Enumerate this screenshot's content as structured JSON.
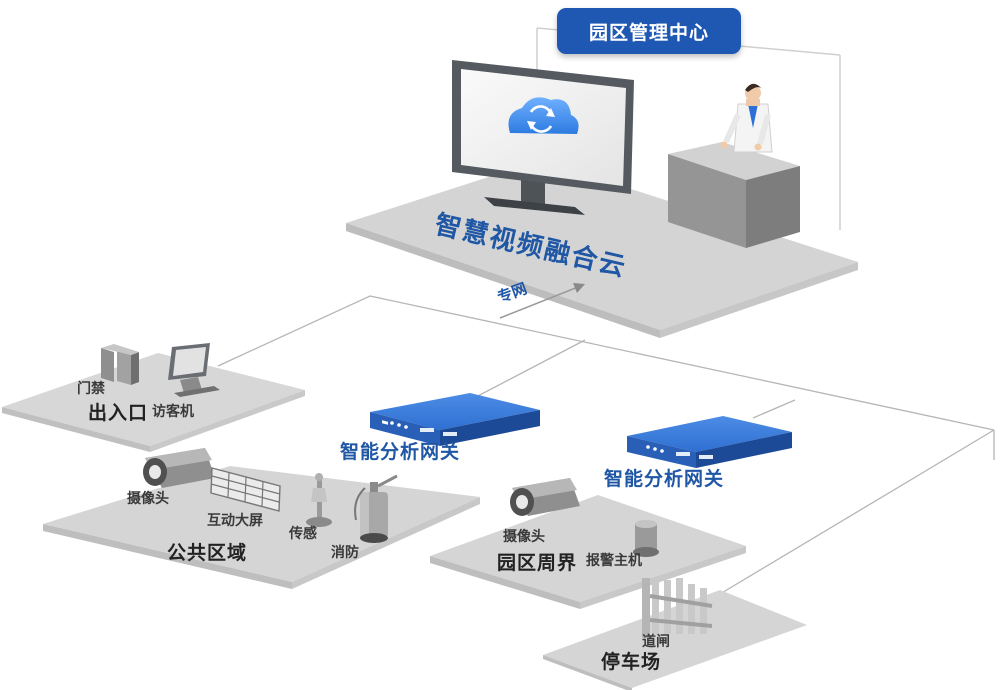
{
  "center": {
    "badge": "园区管理中心",
    "platform": "智慧视频融合云"
  },
  "network": {
    "link_label": "专网"
  },
  "gateways": [
    {
      "label": "智能分析网关"
    },
    {
      "label": "智能分析网关"
    }
  ],
  "zones": {
    "entrance": {
      "title": "出入口",
      "items": [
        "门禁",
        "访客机"
      ]
    },
    "public": {
      "title": "公共区域",
      "items": [
        "摄像头",
        "互动大屏",
        "传感",
        "消防"
      ]
    },
    "perimeter": {
      "title": "园区周界",
      "items": [
        "摄像头",
        "报警主机"
      ]
    },
    "parking": {
      "title": "停车场",
      "items": [
        "道闸"
      ]
    }
  },
  "colors": {
    "platform_gray": "#d6d6d6",
    "badge_blue": "#1e58b3",
    "gateway_blue": "#2f6fd1",
    "title_blue": "#1f57a5"
  }
}
